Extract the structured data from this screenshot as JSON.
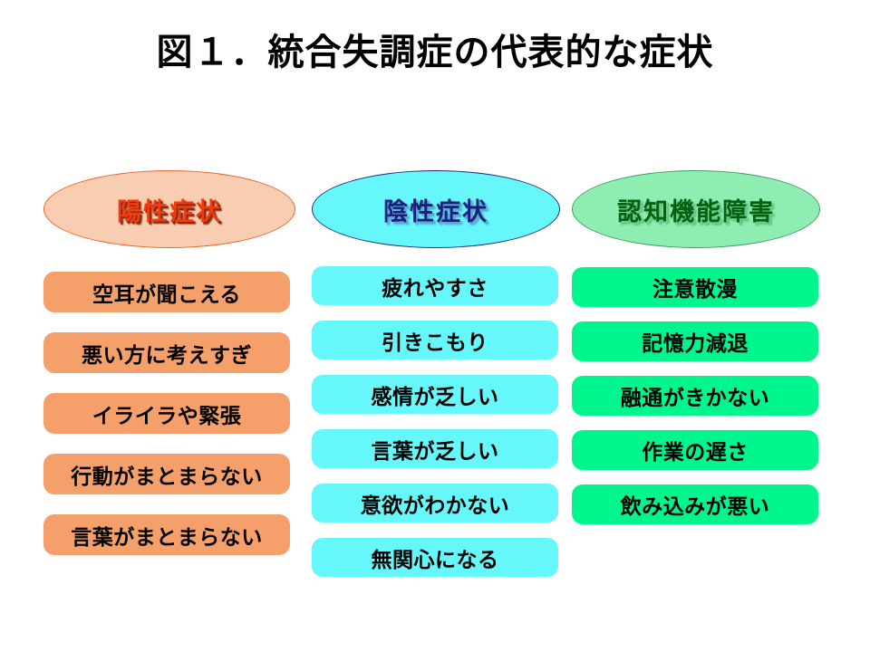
{
  "slide": {
    "title": "図１．統合失調症の代表的な症状",
    "background_color": "#ffffff"
  },
  "columns": [
    {
      "id": "positive",
      "header_label": "陽性症状",
      "header_fill": "#f9cdb2",
      "header_text_color": "#f03c10",
      "box_fill": "#f5a06a",
      "items": [
        "空耳が聞こえる",
        "悪い方に考えすぎ",
        "イライラや緊張",
        "行動がまとまらない",
        "言葉がまとまらない"
      ]
    },
    {
      "id": "negative",
      "header_label": "陰性症状",
      "header_fill": "#66f7fa",
      "header_text_color": "#17217c",
      "box_fill": "#66f7fa",
      "items": [
        "疲れやすさ",
        "引きこもり",
        "感情が乏しい",
        "言葉が乏しい",
        "意欲がわかない",
        "無関心になる"
      ]
    },
    {
      "id": "cognitive",
      "header_label": "認知機能障害",
      "header_fill": "#8eeeb2",
      "header_text_color": "#046112",
      "box_fill": "#00f58c",
      "items": [
        "注意散漫",
        "記憶力減退",
        "融通がきかない",
        "作業の遅さ",
        "飲み込みが悪い"
      ]
    }
  ]
}
